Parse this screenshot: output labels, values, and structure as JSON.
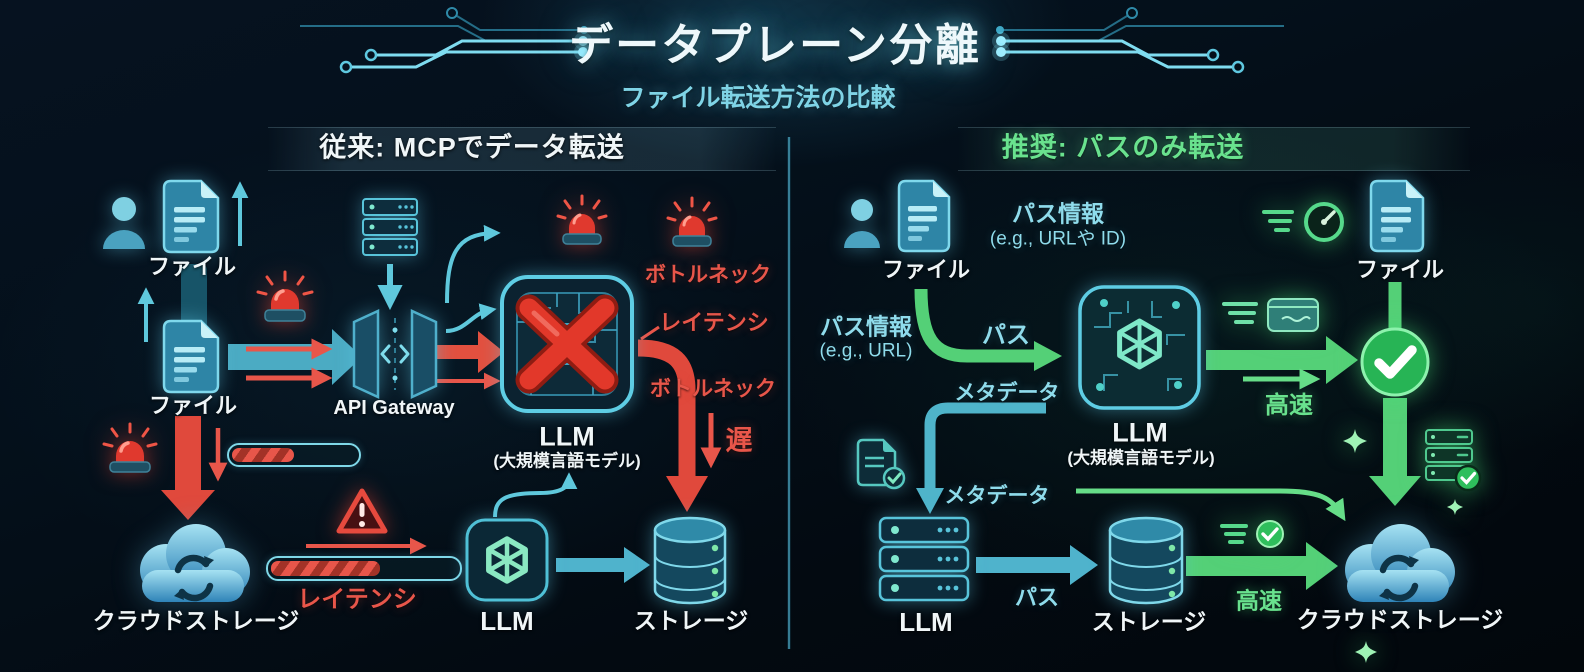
{
  "title": "データプレーン分離",
  "subtitle": "ファイル転送方法の比較",
  "left_panel": {
    "heading": "従来: MCPでデータ転送",
    "file_top": "ファイル",
    "file_mid": "ファイル",
    "api_gateway": "API Gateway",
    "llm_name": "LLM",
    "llm_sub": "(大規模言語モデル)",
    "bottleneck_top": "ボトルネック",
    "latency": "レイテンシ",
    "bottleneck_mid": "ボトルネック",
    "slow": "遅",
    "cloud_storage": "クラウドストレージ",
    "latency_bottom": "レイテンシ",
    "llm_bottom": "LLM",
    "storage": "ストレージ"
  },
  "right_panel": {
    "heading": "推奨: パスのみ転送",
    "file_left": "ファイル",
    "path_info_top": "パス情報",
    "path_info_top_sub": "(e.g., URLや ID)",
    "path_info_left": "パス情報",
    "path_info_left_sub": "(e.g., URL)",
    "path_label": "パス",
    "metadata_top": "メタデータ",
    "metadata_mid": "メタデータ",
    "llm_name": "LLM",
    "llm_sub": "(大規模言語モデル)",
    "fast_top": "高速",
    "file_right": "ファイル",
    "llm_bottom": "LLM",
    "path_bottom": "パス",
    "storage": "ストレージ",
    "fast_bottom": "高速",
    "cloud_storage": "クラウドストレージ"
  },
  "colors": {
    "cyan": "#5fd0e2",
    "red": "#e8564a",
    "green": "#5fe184",
    "text": "#f0f6f8"
  }
}
